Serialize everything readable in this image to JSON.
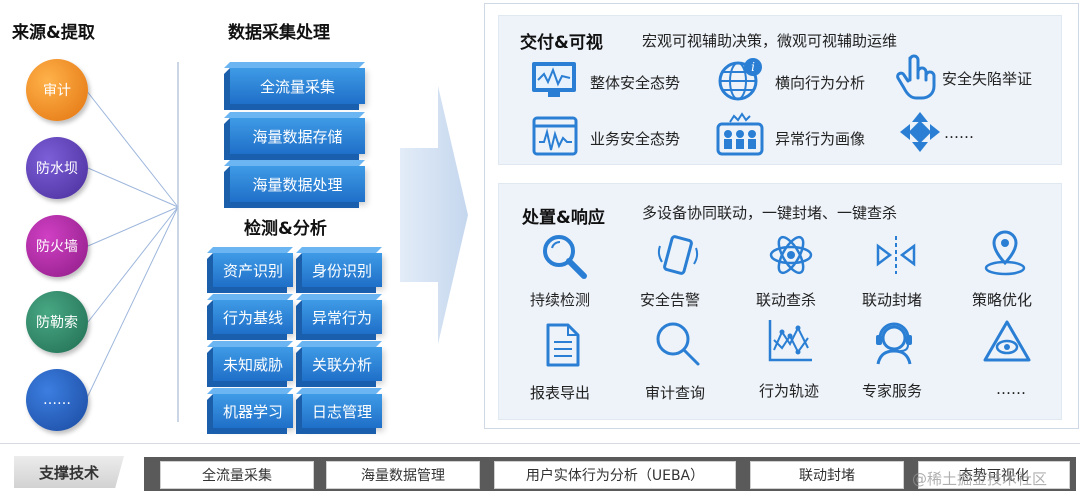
{
  "left": {
    "title": "来源&提取",
    "sources": [
      {
        "label": "审计",
        "color": "#f08a1a"
      },
      {
        "label": "防水坝",
        "color": "#5b3fb0"
      },
      {
        "label": "防火墙",
        "color": "#a9249e"
      },
      {
        "label": "防勒索",
        "color": "#2f8a6a"
      },
      {
        "label": "……",
        "color": "#1f58b8"
      }
    ]
  },
  "middle": {
    "title": "数据采集处理",
    "collect": [
      "全流量采集",
      "海量数据存储",
      "海量数据处理"
    ],
    "analysis_title": "检测&分析",
    "analysis": [
      "资产识别",
      "身份识别",
      "行为基线",
      "异常行为",
      "未知威胁",
      "关联分析",
      "机器学习",
      "日志管理"
    ]
  },
  "right": {
    "top": {
      "title": "交付&可视",
      "subtitle": "宏观可视辅助决策，微观可视辅助运维",
      "items": [
        {
          "label": "整体安全态势",
          "icon": "monitor-chart-icon"
        },
        {
          "label": "横向行为分析",
          "icon": "globe-info-icon"
        },
        {
          "label": "安全失陷举证",
          "icon": "pointing-hand-icon"
        },
        {
          "label": "业务安全态势",
          "icon": "waveform-icon"
        },
        {
          "label": "异常行为画像",
          "icon": "group-people-icon"
        },
        {
          "label": "……",
          "icon": "move-arrows-icon"
        }
      ]
    },
    "bottom": {
      "title": "处置&响应",
      "subtitle": "多设备协同联动，一键封堵、一键查杀",
      "items": [
        {
          "label": "持续检测",
          "icon": "magnifier-icon"
        },
        {
          "label": "安全告警",
          "icon": "phone-alert-icon"
        },
        {
          "label": "联动查杀",
          "icon": "atom-icon"
        },
        {
          "label": "联动封堵",
          "icon": "block-arrows-icon"
        },
        {
          "label": "策略优化",
          "icon": "map-pin-icon"
        },
        {
          "label": "报表导出",
          "icon": "document-icon"
        },
        {
          "label": "审计查询",
          "icon": "search-icon"
        },
        {
          "label": "行为轨迹",
          "icon": "line-graph-icon"
        },
        {
          "label": "专家服务",
          "icon": "headset-agent-icon"
        },
        {
          "label": "……",
          "icon": "eye-triangle-icon"
        }
      ]
    }
  },
  "support": {
    "title": "支撑技术",
    "items": [
      "全流量采集",
      "海量数据管理",
      "用户实体行为分析（UEBA）",
      "联动封堵",
      "态势可视化"
    ]
  },
  "watermark": "@稀土掘金技术社区",
  "colors": {
    "accent": "#1f6fc8",
    "icon": "#2a7fd4"
  }
}
